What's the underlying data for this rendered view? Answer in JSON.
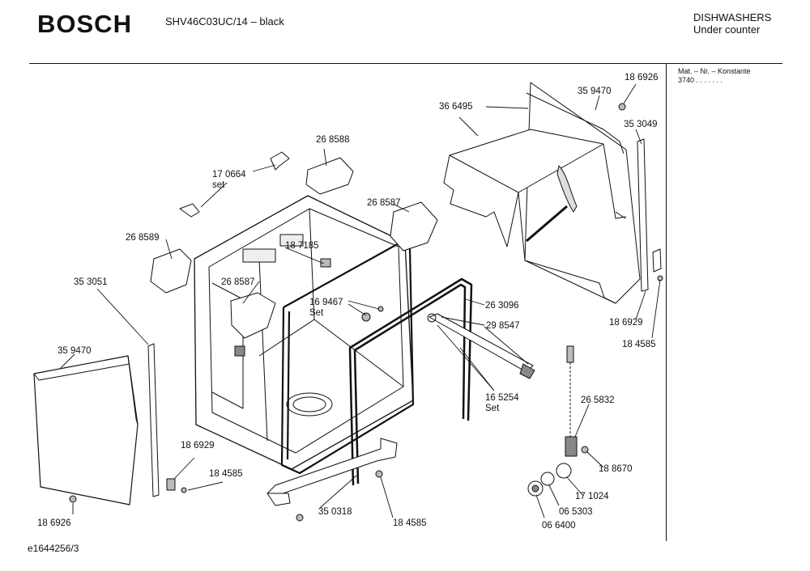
{
  "header": {
    "brand": "BOSCH",
    "model": "SHV46C03UC/14 – black",
    "category_line1": "DISHWASHERS",
    "category_line2": "Under counter"
  },
  "material_note": {
    "line1": "Mat. – Nr. – Konstante",
    "line2": "3740 . . . . . . ."
  },
  "document_id": "e1644256/3",
  "part_labels": {
    "p186926_top": "18 6926",
    "p359470_top": "35 9470",
    "p366495": "36 6495",
    "p353049": "35 3049",
    "p268588": "26 8588",
    "p170664": "17 0664\nset",
    "p268587_top": "26 8587",
    "p268589": "26 8589",
    "p187185": "18 7185",
    "p353051": "35 3051",
    "p268587_mid": "26 8587",
    "p169467": "16 9467\nSet",
    "p263096": "26 3096",
    "p298547": "29 8547",
    "p186929_right": "18 6929",
    "p184585_right": "18 4585",
    "p359470_left": "35 9470",
    "p165254": "16 5254\nSet",
    "p265832": "26 5832",
    "p186929_left": "18 6929",
    "p184585_left": "18 4585",
    "p188670": "18 8670",
    "p171024": "17 1024",
    "p350318": "35 0318",
    "p184585_bottom": "18 4585",
    "p065303": "06 5303",
    "p186926_bottom": "18 6926",
    "p066400": "06 6400"
  }
}
